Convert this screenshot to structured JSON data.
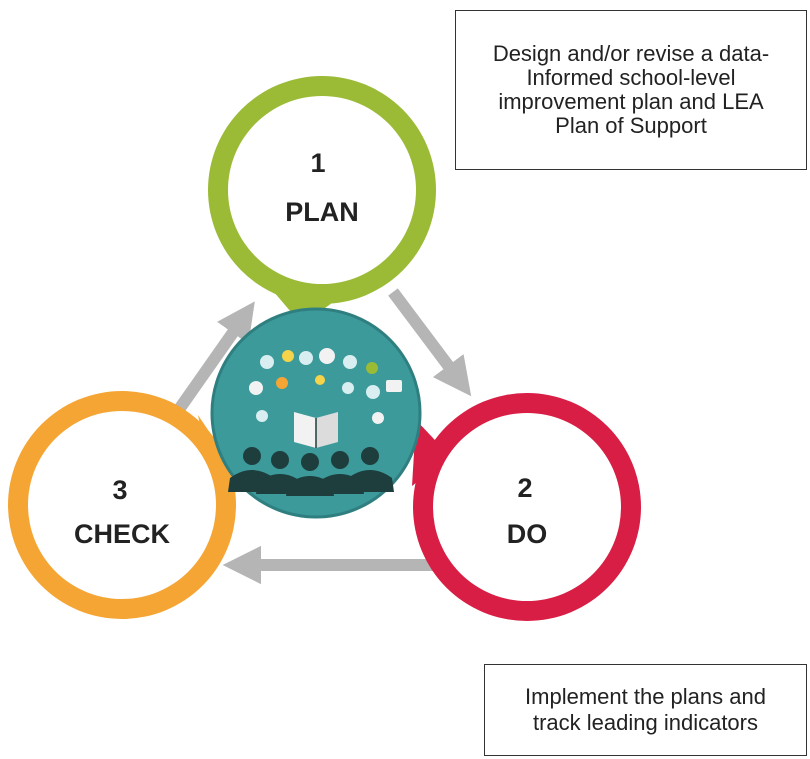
{
  "colors": {
    "plan": "#9bbb37",
    "do": "#d81e45",
    "check": "#f5a534",
    "arrow": "#b5b5b5",
    "hub": "#3c9a9a",
    "hub_dark": "#1e3d3d",
    "hub_light": "#d9eef0"
  },
  "nodes": {
    "plan": {
      "number": "1",
      "label": "PLAN"
    },
    "do": {
      "number": "2",
      "label": "DO"
    },
    "check": {
      "number": "3",
      "label": "CHECK"
    }
  },
  "callouts": {
    "plan_lines": [
      "Design and/or revise a data-",
      "Informed school-level",
      "improvement plan and LEA",
      "Plan of Support"
    ],
    "do_lines": [
      "Implement the plans and",
      "track leading indicators"
    ]
  },
  "icons": {
    "center": "education-technology-illustration",
    "arrows": [
      "arrow-plan-to-do",
      "arrow-do-to-check",
      "arrow-check-to-plan"
    ]
  }
}
